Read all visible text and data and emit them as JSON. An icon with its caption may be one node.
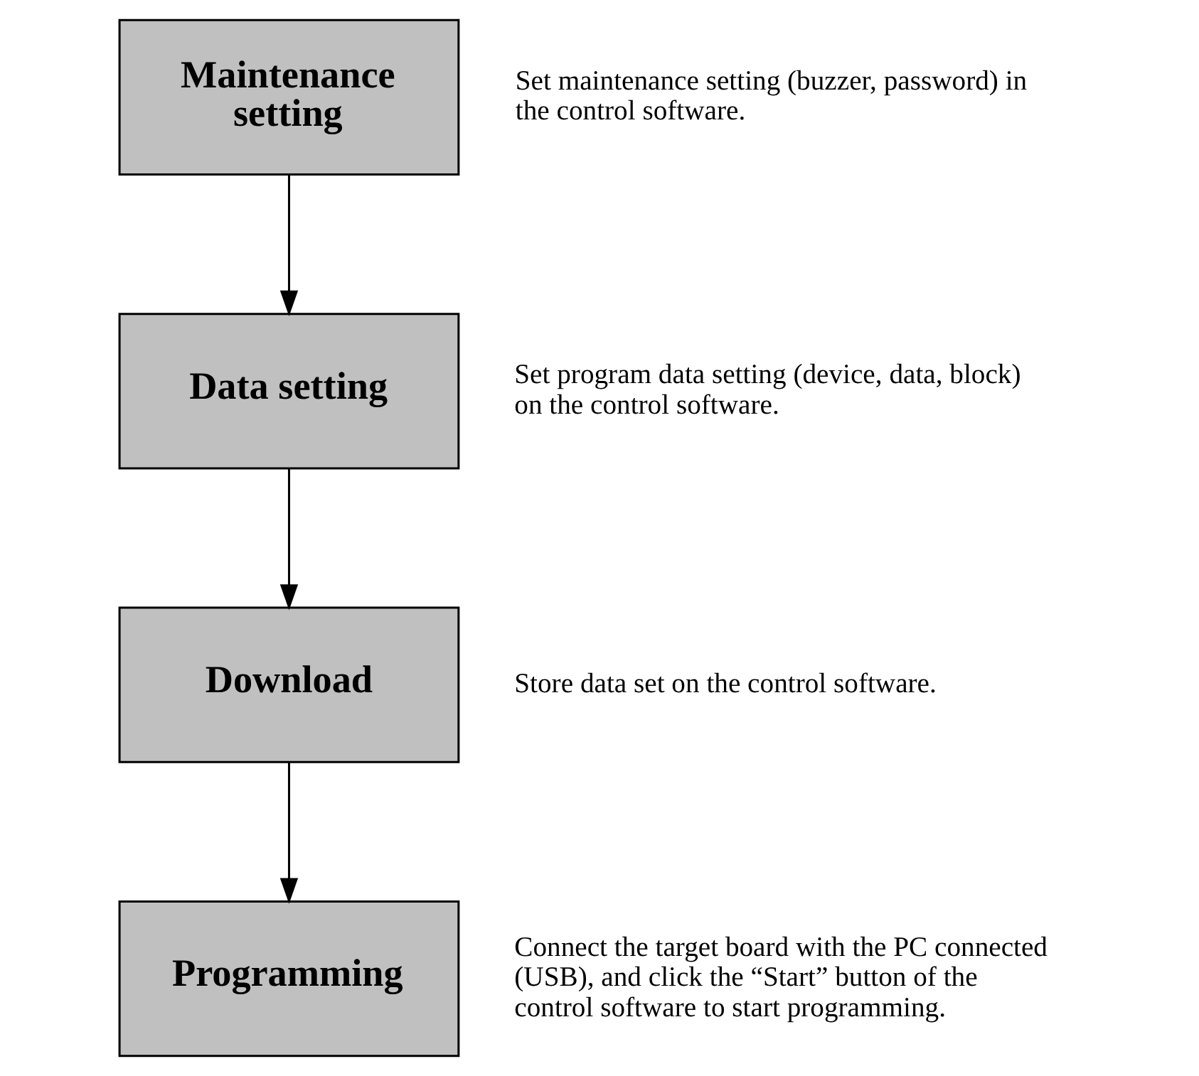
{
  "diagram": {
    "nodes": [
      {
        "text": [
          "Maintenance setting"
        ],
        "beside": [
          "Set maintenance setting (buzzer, password) in the control software."
        ]
      },
      {
        "text": [
          "Data setting"
        ],
        "beside": [
          "Set program data setting (device, data, block) on the control software."
        ]
      },
      {
        "text": [
          "Download"
        ],
        "beside": [
          "Store data set on the control software."
        ]
      },
      {
        "text": [
          "Programming"
        ],
        "beside": [
          "Connect the target board with the PC connected (USB), and click the “Start” button of the control software to start programming."
        ]
      }
    ],
    "edges": [
      {
        "from": 0,
        "to": 1,
        "arrow": "to"
      },
      {
        "from": 1,
        "to": 2,
        "arrow": "to"
      },
      {
        "from": 2,
        "to": 3,
        "arrow": "to"
      }
    ]
  }
}
